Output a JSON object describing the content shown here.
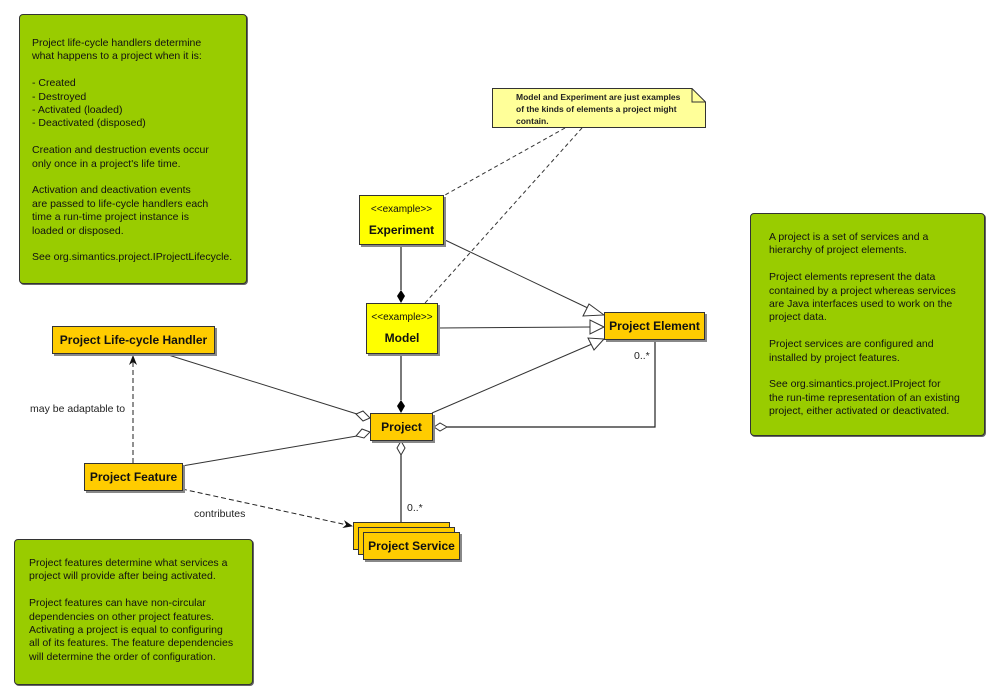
{
  "notes": {
    "lifecycle": {
      "paragraphs": [
        "Project life-cycle handlers determine\nwhat happens to a project when it is:",
        "  - Created\n  - Destroyed\n  - Activated (loaded)\n  - Deactivated (disposed)",
        "Creation and destruction events occur\nonly once in a project's life time.",
        "Activation and deactivation events\nare passed to life-cycle handlers each\ntime a run-time project instance is\nloaded or disposed.",
        "See org.simantics.project.IProjectLifecycle."
      ]
    },
    "project": {
      "paragraphs": [
        "A project is a set of services and a\nhierarchy of project elements.",
        "Project elements represent the data\ncontained by a project whereas services\nare Java interfaces used to work on the\nproject data.",
        "Project services are configured and\ninstalled by project features.",
        "See org.simantics.project.IProject for\nthe run-time representation of an existing\nproject, either activated or deactivated."
      ]
    },
    "features": {
      "paragraphs": [
        "Project features determine what services a\nproject will provide after being activated.",
        "Project features can have non-circular\ndependencies on other project features.\nActivating a project is equal to configuring\nall of its features. The feature dependencies\nwill determine the order of configuration."
      ]
    },
    "examples": {
      "text": "Model and Experiment are just examples\nof the kinds of elements a project might\ncontain."
    }
  },
  "classes": {
    "experiment": {
      "stereotype": "<<example>>",
      "name": "Experiment"
    },
    "model": {
      "stereotype": "<<example>>",
      "name": "Model"
    },
    "project_element": {
      "name": "Project Element"
    },
    "lifecycle_handler": {
      "name": "Project Life-cycle Handler"
    },
    "project": {
      "name": "Project"
    },
    "project_feature": {
      "name": "Project Feature"
    },
    "project_service": {
      "name": "Project Service"
    }
  },
  "relations": {
    "adaptable_label": "may be adaptable to",
    "contributes_label": "contributes",
    "element_multiplicity": "0..*",
    "service_multiplicity": "0..*"
  },
  "colors": {
    "note_green": "#99cc00",
    "class_orange": "#ffcc00",
    "class_yellow": "#ffff00",
    "note_yellow": "#ffff99"
  }
}
